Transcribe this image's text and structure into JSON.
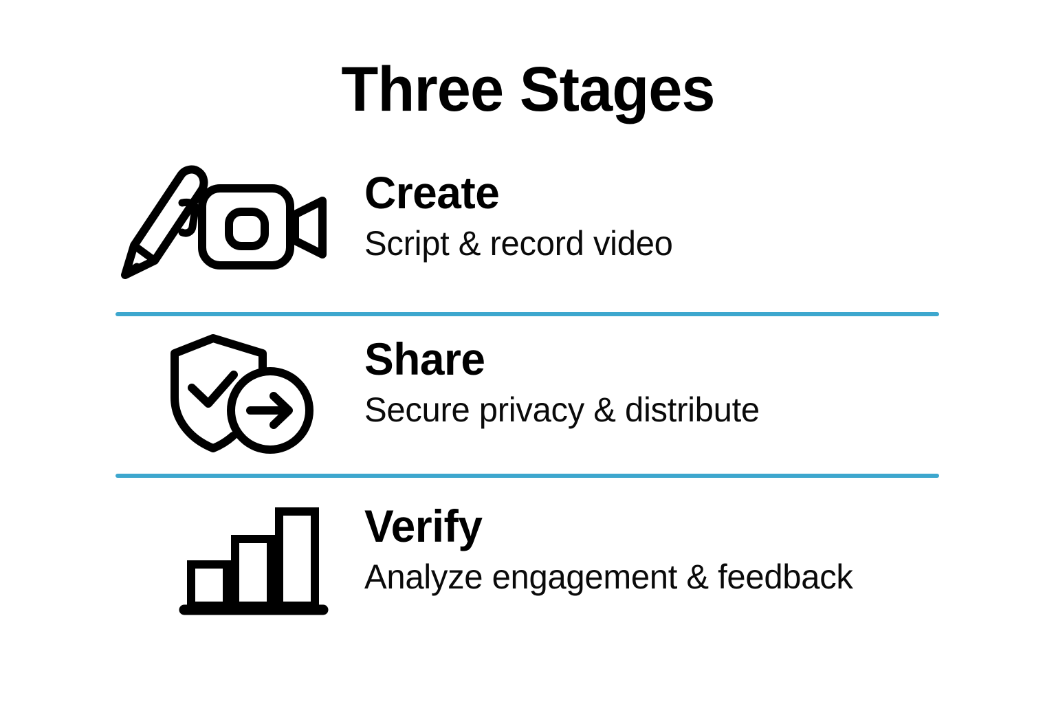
{
  "page": {
    "title": "Three Stages",
    "background_color": "#ffffff",
    "text_color": "#000000",
    "accent_color": "#3da7ce"
  },
  "stages": [
    {
      "id": "create",
      "title": "Create",
      "subtitle": "Script & record video",
      "icons": [
        "pen-icon",
        "video-camera-icon"
      ]
    },
    {
      "id": "share",
      "title": "Share",
      "subtitle": "Secure privacy & distribute",
      "icons": [
        "shield-check-icon",
        "circle-arrow-right-icon"
      ]
    },
    {
      "id": "verify",
      "title": "Verify",
      "subtitle": "Analyze engagement & feedback",
      "icons": [
        "bar-chart-icon"
      ]
    }
  ],
  "dividers": [
    {
      "id": "divider-1",
      "color": "#3da7ce"
    },
    {
      "id": "divider-2",
      "color": "#3da7ce"
    }
  ]
}
